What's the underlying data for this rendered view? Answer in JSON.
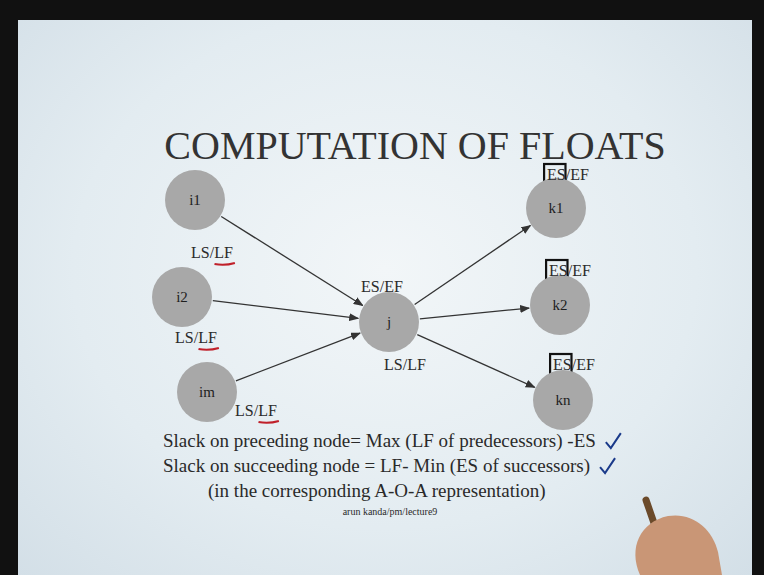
{
  "diagram": {
    "title": "COMPUTATION OF FLOATS",
    "nodes": [
      {
        "text": [
          "i1"
        ]
      },
      {
        "text": [
          "i2"
        ]
      },
      {
        "text": [
          "im"
        ]
      },
      {
        "text": [
          "j"
        ]
      },
      {
        "text": [
          "k1"
        ]
      },
      {
        "text": [
          "k2"
        ]
      },
      {
        "text": [
          "kn"
        ]
      }
    ],
    "edges": [
      {
        "from": 0,
        "to": 3,
        "arrow": "to"
      },
      {
        "from": 1,
        "to": 3,
        "arrow": "to"
      },
      {
        "from": 2,
        "to": 3,
        "arrow": "to"
      },
      {
        "from": 3,
        "to": 4,
        "arrow": "to"
      },
      {
        "from": 3,
        "to": 5,
        "arrow": "to"
      },
      {
        "from": 3,
        "to": 6,
        "arrow": "to"
      }
    ],
    "labels": [
      "LS/LF",
      "LS/LF",
      "LS/LF",
      "ES/EF",
      "LS/LF",
      "ES/EF",
      "ES/EF",
      "ES/EF",
      "Slack on preceding node= Max (LF of predecessors) -ES",
      "Slack on succeeding node = LF- Min (ES of successors)",
      "(in the corresponding A-O-A representation)",
      "arun kanda/pm/lecture9"
    ]
  }
}
